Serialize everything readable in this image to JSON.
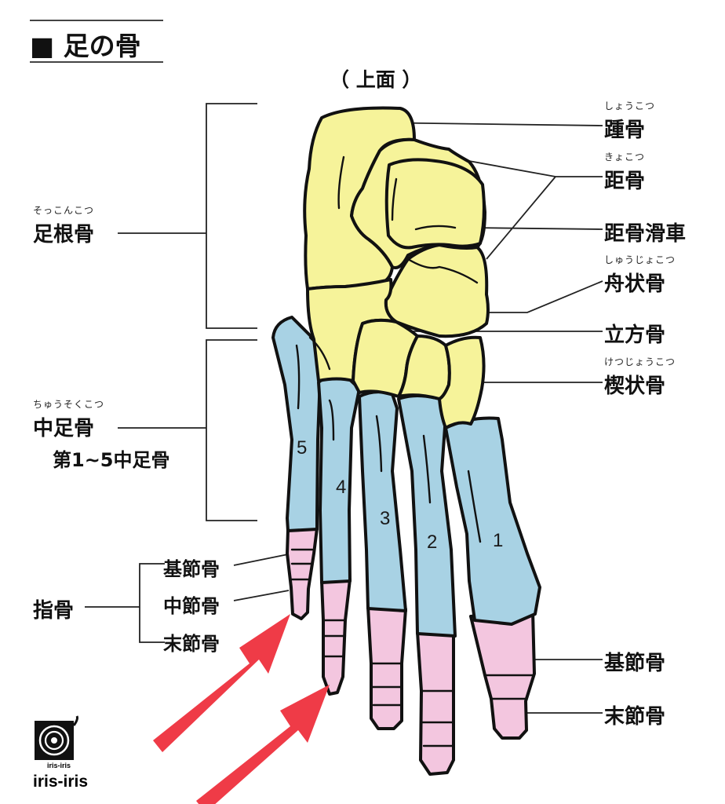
{
  "title": "■ 足の骨",
  "view": "（ 上面 ）",
  "colors": {
    "tarsal": "#f6f39a",
    "metatarsal": "#a8d2e4",
    "phalanx": "#f3c6df",
    "outline": "#111111",
    "arrow": "#ef3b47"
  },
  "groups": {
    "tarsus": {
      "ruby": "そっこんこつ",
      "label": "足根骨"
    },
    "metatarsus": {
      "ruby": "ちゅうそくこつ",
      "label": "中足骨",
      "sublabel": "第1~5中足骨"
    },
    "phalanges": {
      "label": "指骨"
    }
  },
  "left_phalanx_labels": [
    "基節骨",
    "中節骨",
    "末節骨"
  ],
  "right_labels": [
    {
      "ruby": "しょうこつ",
      "label": "踵骨"
    },
    {
      "ruby": "きょこつ",
      "label": "距骨"
    },
    {
      "ruby": "",
      "label": "距骨滑車"
    },
    {
      "ruby": "しゅうじょこつ",
      "label": "舟状骨"
    },
    {
      "ruby": "",
      "label": "立方骨"
    },
    {
      "ruby": "けつじょうこつ",
      "label": "楔状骨"
    },
    {
      "ruby": "",
      "label": "基節骨"
    },
    {
      "ruby": "",
      "label": "末節骨"
    }
  ],
  "metatarsal_numbers": [
    "5",
    "4",
    "3",
    "2",
    "1"
  ],
  "logo": {
    "small": "iris-iris",
    "large": "iris-iris"
  }
}
